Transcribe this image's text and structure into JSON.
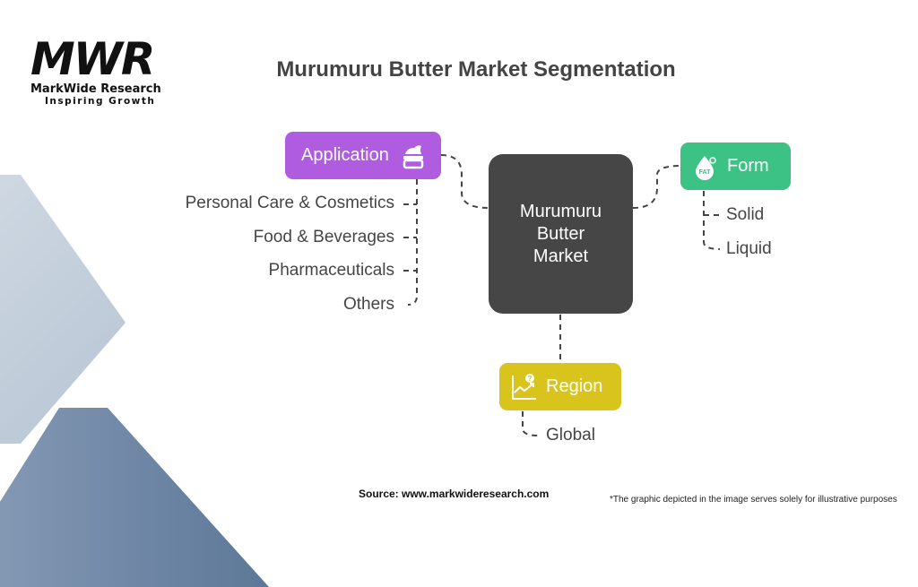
{
  "logo": {
    "mark": "MWR",
    "name": "MarkWide Research",
    "tagline": "Inspiring Growth"
  },
  "title": "Murumuru Butter Market Segmentation",
  "center": {
    "lines": [
      "Murumuru",
      "Butter",
      "Market"
    ]
  },
  "segments": {
    "application": {
      "label": "Application",
      "icon": "cream-jar-icon",
      "color": "#b05ce0",
      "items": [
        "Personal Care & Cosmetics",
        "Food & Beverages",
        "Pharmaceuticals",
        "Others"
      ]
    },
    "form": {
      "label": "Form",
      "icon": "fat-drop-icon",
      "color": "#3cc284",
      "items": [
        "Solid",
        "Liquid"
      ]
    },
    "region": {
      "label": "Region",
      "icon": "chart-question-icon",
      "color": "#d8c41c",
      "items": [
        "Global"
      ]
    }
  },
  "footer": {
    "source": "Source: www.markwideresearch.com",
    "note": "*The graphic depicted in the image serves solely for illustrative purposes"
  }
}
